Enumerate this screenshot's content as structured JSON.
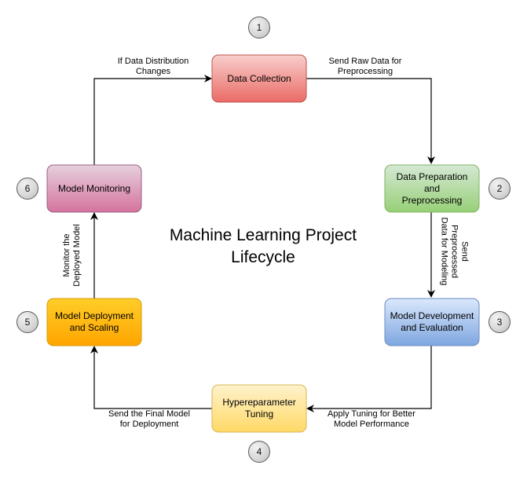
{
  "title": "Machine Learning Project\nLifecycle",
  "colors": {
    "collection": {
      "fill": "#f8cecc",
      "fill_end": "#ea6b66",
      "stroke": "#b85450"
    },
    "preparation": {
      "fill": "#d5e8d4",
      "fill_end": "#97d077",
      "stroke": "#82b366"
    },
    "development": {
      "fill": "#dae8fc",
      "fill_end": "#7ea6e0",
      "stroke": "#6c8ebf"
    },
    "tuning": {
      "fill": "#fff2cc",
      "fill_end": "#ffd966",
      "stroke": "#d6b656"
    },
    "deployment": {
      "fill": "#ffcd28",
      "fill_end": "#ffa500",
      "stroke": "#d79b00"
    },
    "monitoring": {
      "fill": "#e6d0de",
      "fill_end": "#d5739d",
      "stroke": "#996185"
    }
  },
  "nodes": {
    "collection": {
      "label": "Data Collection",
      "step": "1"
    },
    "preparation": {
      "label": "Data Preparation and\nPreprocessing",
      "step": "2"
    },
    "development": {
      "label": "Model Development\nand Evaluation",
      "step": "3"
    },
    "tuning": {
      "label": "Hypereparameter\nTuning",
      "step": "4"
    },
    "deployment": {
      "label": "Model Deployment\nand Scaling",
      "step": "5"
    },
    "monitoring": {
      "label": "Model Monitoring",
      "step": "6"
    }
  },
  "edges": {
    "collection_to_preparation": "Send Raw Data for\nPreprocessing",
    "preparation_to_development": "Send\nPreprocessed\nData for Modeling",
    "development_to_tuning": "Apply Tuning for Better\nModel Performance",
    "tuning_to_deployment": "Send the Final Model\nfor Deployment",
    "deployment_to_monitoring": "Monitor the\nDeployed Model",
    "monitoring_to_collection": "If Data Distribution\nChanges"
  }
}
